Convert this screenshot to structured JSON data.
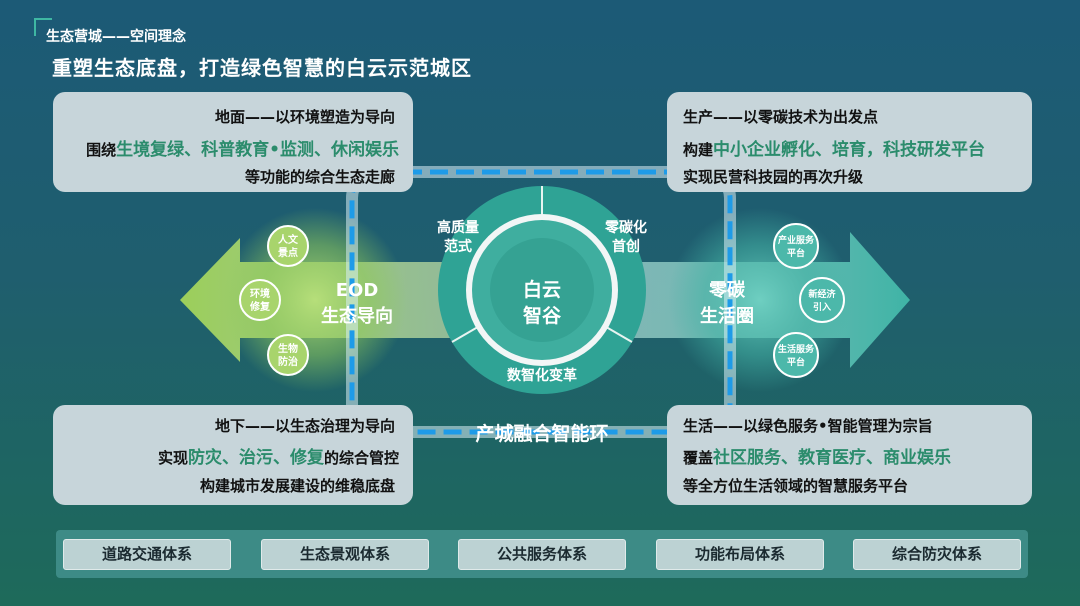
{
  "header": {
    "subtitle": "生态营城——空间理念",
    "title": "重塑生态底盘，打造绿色智慧的白云示范城区"
  },
  "panels": {
    "top_left": {
      "line1": "地面——以环境塑造为导向",
      "line2_prefix": "围绕",
      "line2_highlight": "生境复绿、科普教育•监测、休闲娱乐",
      "line3": "等功能的综合生态走廊"
    },
    "top_right": {
      "line1": "生产——以零碳技术为出发点",
      "line2_prefix": "构建",
      "line2_highlight": "中小企业孵化、培育，科技研发平台",
      "line3": "实现民营科技园的再次升级"
    },
    "bottom_left": {
      "line1": "地下——以生态治理为导向",
      "line2_prefix": "实现",
      "line2_highlight": "防灾、治污、修复",
      "line2_suffix": "的综合管控",
      "line3": "构建城市发展建设的维稳底盘"
    },
    "bottom_right": {
      "line1": "生活——以绿色服务•智能管理为宗旨",
      "line2_prefix": "覆盖",
      "line2_highlight": "社区服务、教育医疗、商业娱乐",
      "line3": "等全方位生活领域的智慧服务平台"
    }
  },
  "left_hub": {
    "line1": "EOD",
    "line2": "生态导向",
    "nodes": [
      {
        "l1": "人文",
        "l2": "景点"
      },
      {
        "l1": "环境",
        "l2": "修复"
      },
      {
        "l1": "生物",
        "l2": "防治"
      }
    ]
  },
  "right_hub": {
    "line1": "零碳",
    "line2": "生活圈",
    "nodes": [
      {
        "l1": "产业服务",
        "l2": "平台"
      },
      {
        "l1": "新经济",
        "l2": "引入"
      },
      {
        "l1": "生活服务",
        "l2": "平台"
      }
    ]
  },
  "center": {
    "line1": "白云",
    "line2": "智谷",
    "segments": {
      "top_left": {
        "l1": "高质量",
        "l2": "范式"
      },
      "top_right": {
        "l1": "零碳化",
        "l2": "首创"
      },
      "bottom": "数智化变革"
    }
  },
  "ring_label": "产城融合智能环",
  "systems": [
    "道路交通体系",
    "生态景观体系",
    "公共服务体系",
    "功能布局体系",
    "综合防灾体系"
  ],
  "colors": {
    "green_arrow": "#9ccf5a",
    "teal_arrow": "#3fb4a6",
    "ring_teal": "#2fa395",
    "dash_blue": "#1e9be8",
    "highlight_green": "#2b8c6c"
  }
}
